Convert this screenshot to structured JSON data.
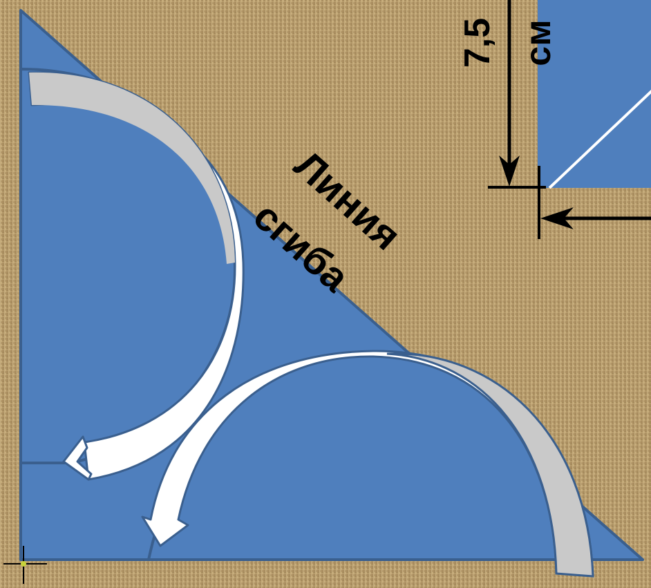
{
  "labels": {
    "fold_line_1": "Линия",
    "fold_line_2": "сгиба",
    "dimension_value": "7,5",
    "dimension_unit": "см"
  },
  "colors": {
    "paper": "#4f7fbd",
    "paper_outline": "#3a5f8e",
    "background": "#b59a6b",
    "arrow_fill": "#ffffff",
    "arrow_shade": "#c9c9c9",
    "line": "#000000"
  },
  "icons": [
    "curved-fold-arrow",
    "dimension-arrow",
    "crosshair-marker"
  ]
}
